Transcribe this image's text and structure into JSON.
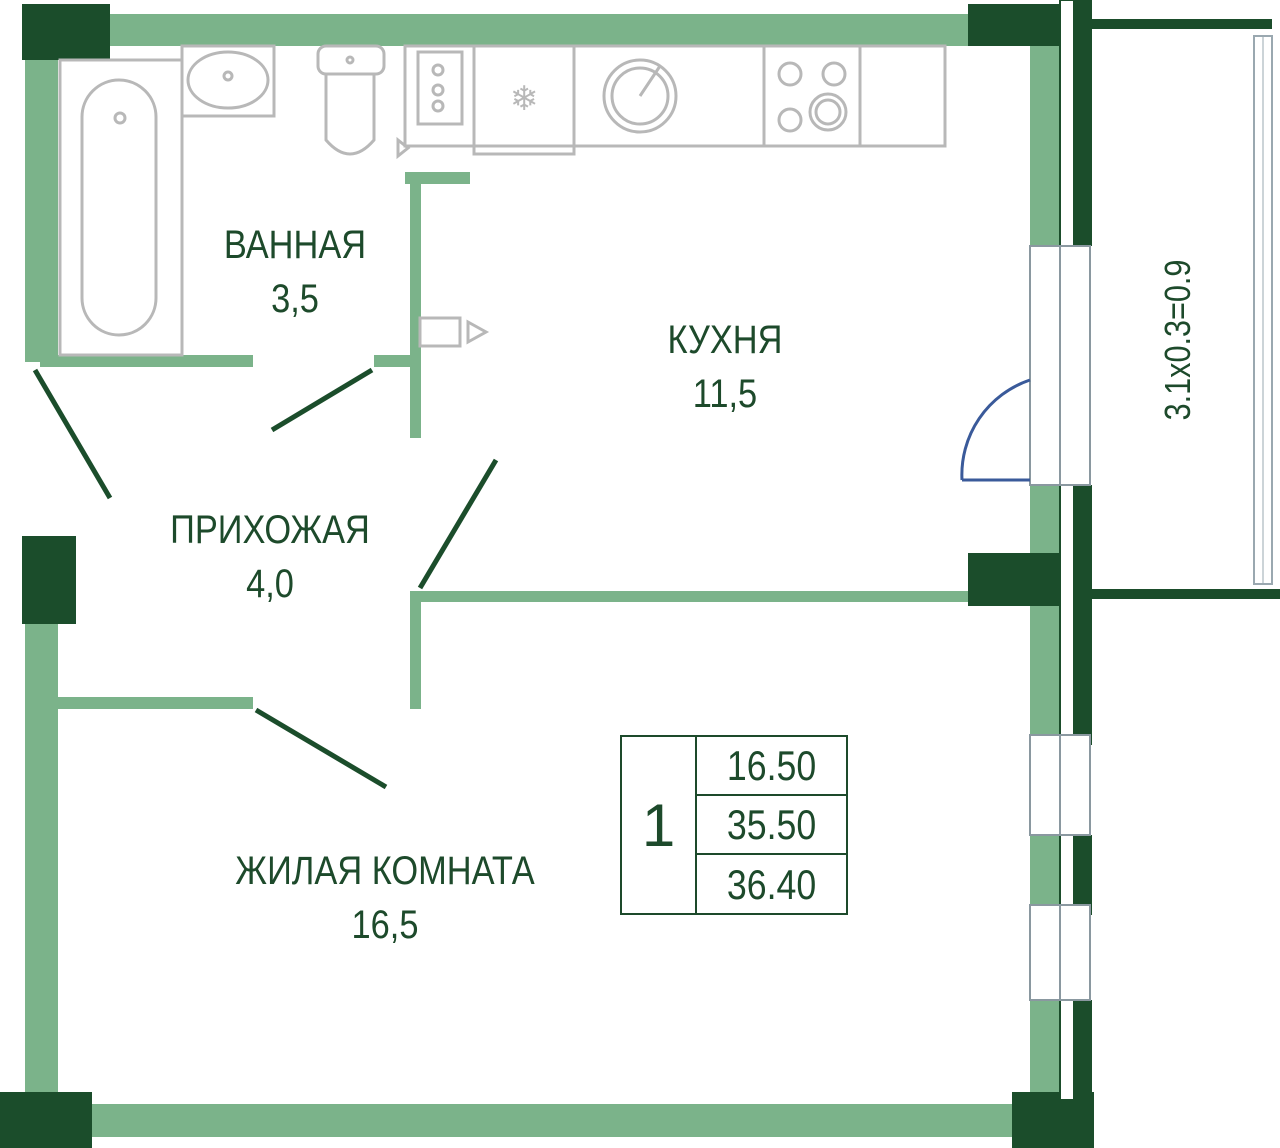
{
  "rooms": {
    "bathroom": {
      "name": "ВАННАЯ",
      "area": "3,5"
    },
    "kitchen": {
      "name": "КУХНЯ",
      "area": "11,5"
    },
    "hallway": {
      "name": "ПРИХОЖАЯ",
      "area": "4,0"
    },
    "living_room": {
      "name": "ЖИЛАЯ КОМНАТА",
      "area": "16,5"
    }
  },
  "balcony": {
    "label": "3.1x0.3=0.9"
  },
  "summary": {
    "room_count": "1",
    "living_area": "16.50",
    "total_area": "35.50",
    "total_with_balcony": "36.40"
  },
  "colors": {
    "wall_light": "#7bb38a",
    "wall_dark": "#1b4d2b",
    "fixture_stroke": "#b8b8b8",
    "text": "#1d4a2b"
  }
}
